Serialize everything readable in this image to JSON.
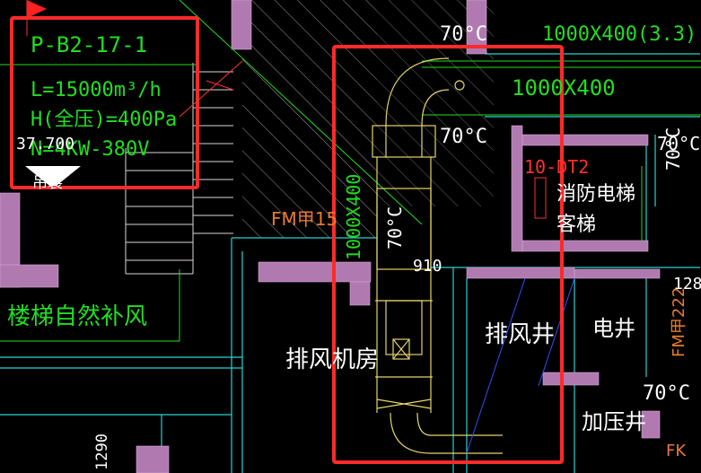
{
  "equipment": {
    "id": "P-B2-17-1",
    "airflow": "L=15000m³/h",
    "pressure": "H(全压)=400Pa",
    "power": "N=4KW-380V"
  },
  "labels": {
    "elevation": "37.700",
    "hang": "吊装",
    "temp_top": "70°C",
    "temp_mid": "70°C",
    "temp_right": "70°C",
    "temp_right2": "70°C",
    "temp_bottom": "70°C",
    "temp_vertical": "70°C",
    "duct_top_right": "1000X400(3.3)",
    "duct_mid": "1000X400",
    "duct_vertical": "1000X400",
    "damper_fm": "FM甲15",
    "damper_right": "FM甲222",
    "dim_910": "910",
    "dim_1290": "1290",
    "dim_128": "128",
    "code_dt": "10-DT2",
    "elevator": "消防电梯",
    "elevator2": "客梯",
    "stair_vent": "楼梯自然补风",
    "fan_room": "排风机房",
    "exhaust_shaft": "排风井",
    "elec_shaft": "电井",
    "pressure_shaft": "加压井",
    "fk": "FK"
  },
  "colors": {
    "annotation_box": "#ff2a2a",
    "wall_fill": "#b07ab0",
    "green_line": "#22dd22",
    "cyan_line": "#29d3d3",
    "duct_line": "#e6d36a"
  }
}
